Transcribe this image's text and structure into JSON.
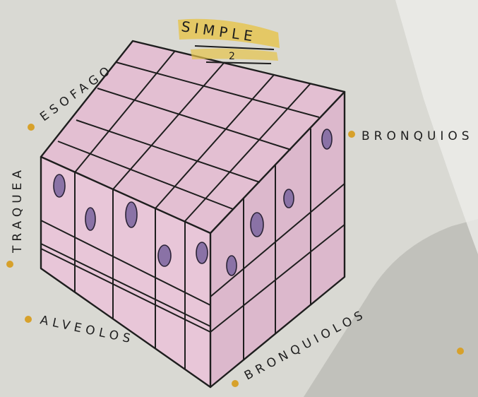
{
  "title": {
    "line1": "SIMPLE",
    "line2": "2",
    "highlight_color": "#e6c34a"
  },
  "labels": {
    "esofago": "ESOFAGO",
    "bronquios": "BRONQUIOS",
    "traquea": "TRAQUEA",
    "alveolos": "ALVEOLOS",
    "bronquiolos": "BRONQUIOLOS"
  },
  "colors": {
    "paper": "#d9d9d3",
    "cube_top": "#e3bfd2",
    "cube_front": "#e8c6d8",
    "cube_right": "#dcb8cc",
    "ink": "#1e1e1e",
    "nucleus": "#8a72a6",
    "bullet": "#d7a12b",
    "shadow": "#b5b4ae"
  },
  "icons": [
    "bullet-dot"
  ]
}
